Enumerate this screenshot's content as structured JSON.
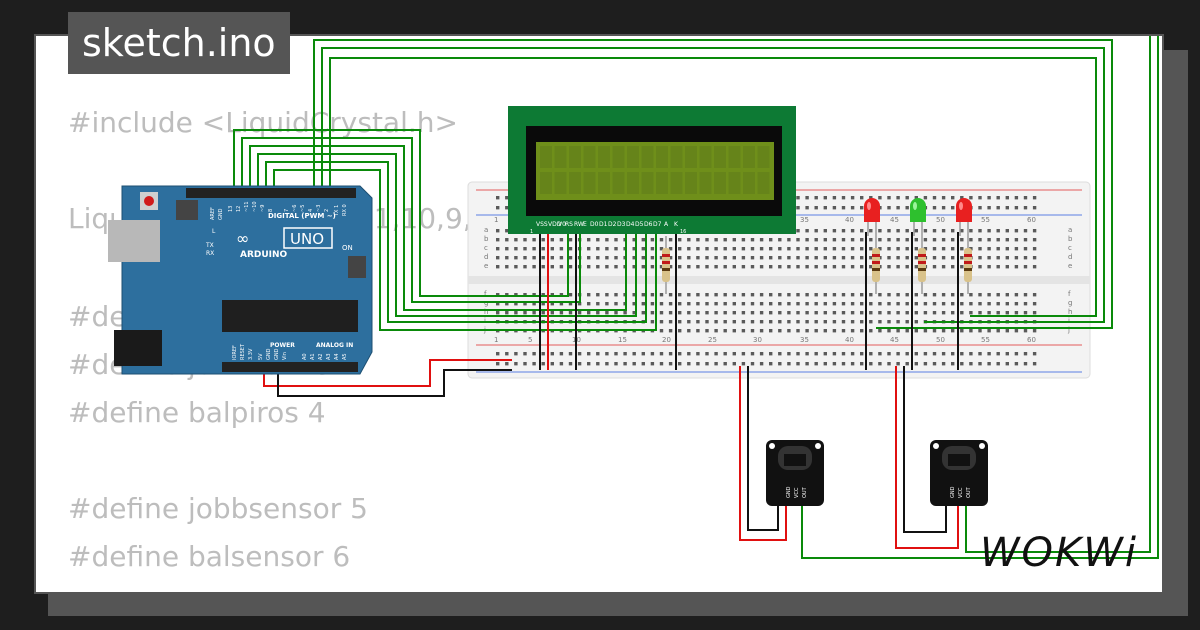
{
  "tab": {
    "filename": "sketch.ino"
  },
  "code_lines": [
    "#include <LiquidCrystal.h>",
    "LiquidCrystal lcd(12,11,10,9,8,7);",
    "#define jobbpiros 2",
    "#define jobbzold 3",
    "#define balpiros 4",
    "#define jobbsensor 5",
    "#define balsensor 6"
  ],
  "arduino": {
    "logo": "ARDUINO",
    "model": "UNO",
    "digital_label": "DIGITAL (PWM ~)",
    "power_label": "POWER",
    "analog_label": "ANALOG IN",
    "on_label": "ON",
    "led_labels": [
      "L",
      "TX",
      "RX"
    ],
    "top_pins": [
      "AREF",
      "GND",
      "13",
      "12",
      "~11",
      "~10",
      "~9",
      "8",
      "7",
      "~6",
      "~5",
      "4",
      "~3",
      "2",
      "TX 1",
      "RX 0"
    ],
    "bottom_pins": [
      "IOREF",
      "RESET",
      "3.3V",
      "5V",
      "GND",
      "GND",
      "Vin",
      "A0",
      "A1",
      "A2",
      "A3",
      "A4",
      "A5"
    ]
  },
  "lcd": {
    "pin_labels": [
      "VSS",
      "VDD",
      "V0",
      "RS",
      "RW",
      "E",
      "D0",
      "D1",
      "D2",
      "D3",
      "D4",
      "D5",
      "D6",
      "D7",
      "A",
      "K"
    ],
    "pin_start": "1",
    "pin_end": "16"
  },
  "breadboard": {
    "col_numbers": [
      "1",
      "5",
      "10",
      "15",
      "20",
      "25",
      "30",
      "35",
      "40",
      "45",
      "50",
      "55",
      "60"
    ],
    "row_letters_top": [
      "a",
      "b",
      "c",
      "d",
      "e"
    ],
    "row_letters_bottom": [
      "f",
      "g",
      "h",
      "i",
      "j"
    ]
  },
  "sensor_labels": [
    "GND",
    "VCC",
    "OUT"
  ],
  "brand": "WOKWi",
  "colors": {
    "wire_green": "#0a8a0a",
    "wire_red": "#e01010",
    "wire_black": "#111111",
    "arduino_blue": "#2d6f9e",
    "lcd_green": "#0d7a34",
    "lcd_screen": "#6f8f1a",
    "led_red": "#e82020",
    "led_green": "#2ec02e"
  }
}
